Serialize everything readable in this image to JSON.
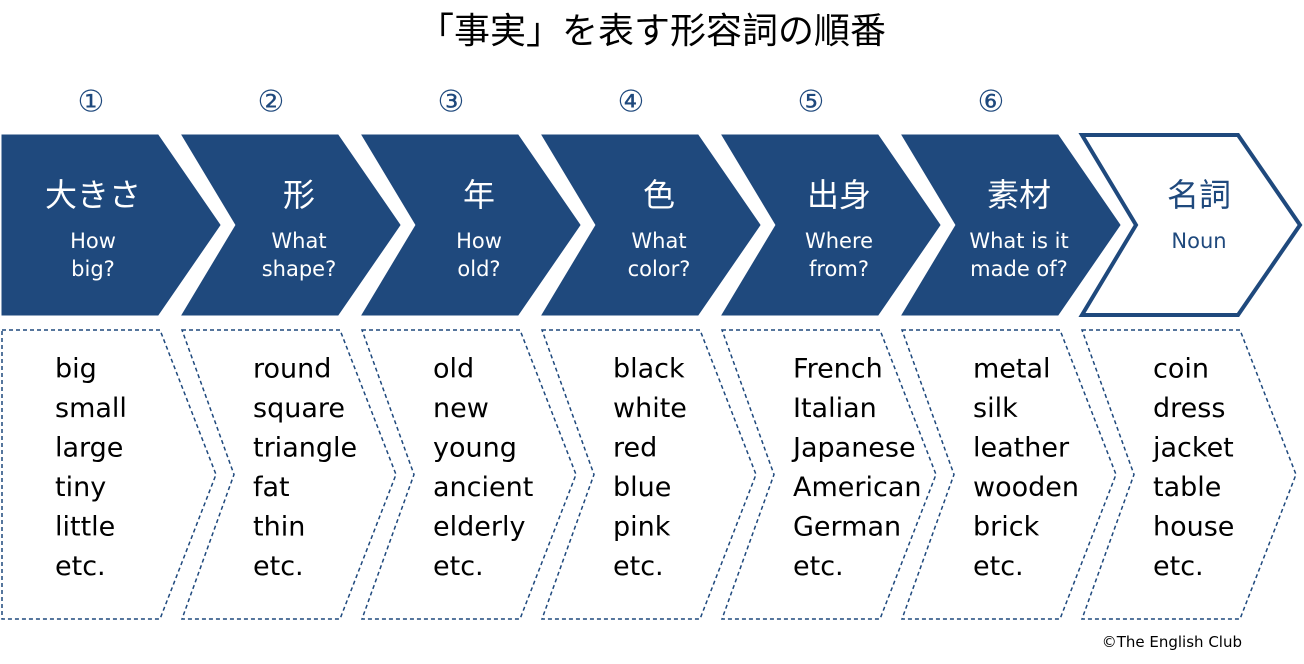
{
  "title": "「事実」を表す形容詞の順番",
  "colors": {
    "accent": "#1f497d",
    "on_accent": "#ffffff",
    "dashed_border": "#1f497d"
  },
  "steps": [
    {
      "number": "①",
      "heading": "大きさ",
      "question_lines": [
        "How",
        "big?"
      ],
      "examples": [
        "big",
        "small",
        "large",
        "tiny",
        "little",
        "etc."
      ]
    },
    {
      "number": "②",
      "heading": "形",
      "question_lines": [
        "What",
        "shape?"
      ],
      "examples": [
        "round",
        "square",
        "triangle",
        "fat",
        "thin",
        "etc."
      ]
    },
    {
      "number": "③",
      "heading": "年",
      "question_lines": [
        "How",
        "old?"
      ],
      "examples": [
        "old",
        "new",
        "young",
        "ancient",
        "elderly",
        "etc."
      ]
    },
    {
      "number": "④",
      "heading": "色",
      "question_lines": [
        "What",
        "color?"
      ],
      "examples": [
        "black",
        "white",
        "red",
        "blue",
        "pink",
        "etc."
      ]
    },
    {
      "number": "⑤",
      "heading": "出身",
      "question_lines": [
        "Where",
        "from?"
      ],
      "examples": [
        "French",
        "Italian",
        "Japanese",
        "American",
        "German",
        "etc."
      ]
    },
    {
      "number": "⑥",
      "heading": "素材",
      "question_lines": [
        "What is it",
        "made of?"
      ],
      "examples": [
        "metal",
        "silk",
        "leather",
        "wooden",
        "brick",
        "etc."
      ]
    },
    {
      "number": "",
      "heading": "名詞",
      "question_lines": [
        "Noun"
      ],
      "examples": [
        "coin",
        "dress",
        "jacket",
        "table",
        "house",
        "etc."
      ],
      "outlined": true
    }
  ],
  "copyright": "©The English Club"
}
